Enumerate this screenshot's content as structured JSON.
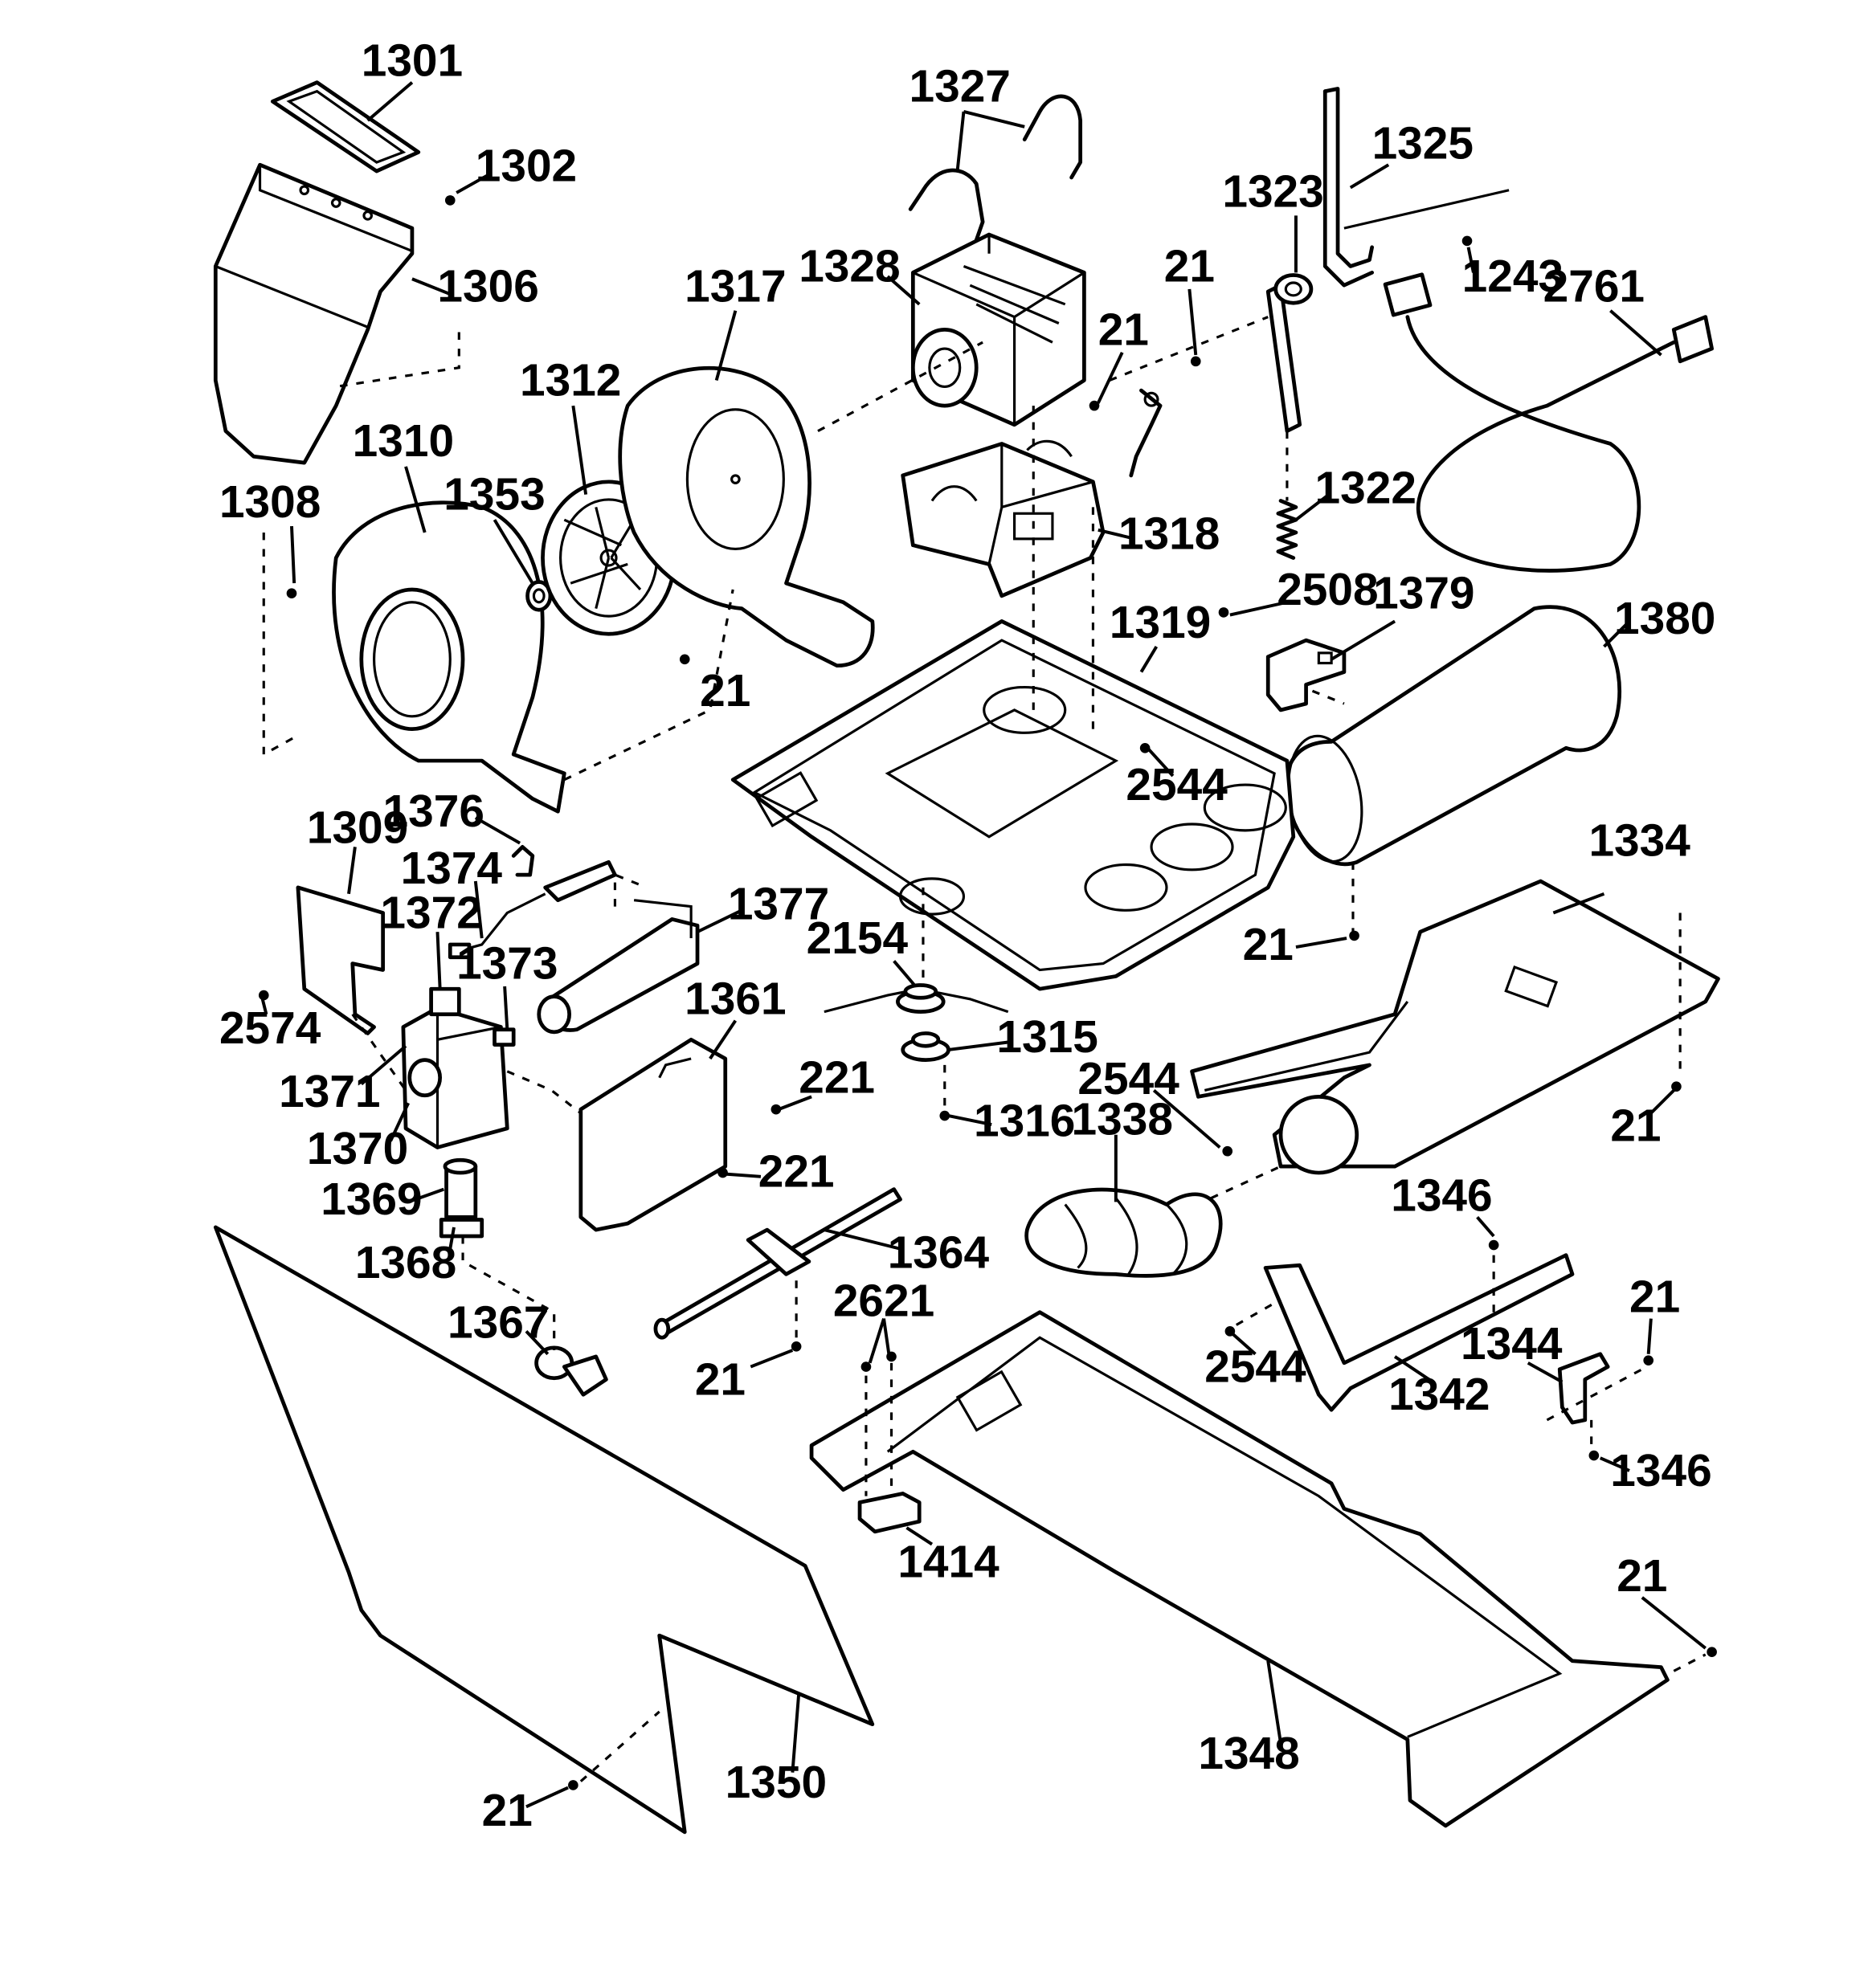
{
  "labels": {
    "l1301": "1301",
    "l1302": "1302",
    "l1306": "1306",
    "l1308": "1308",
    "l1310": "1310",
    "l1312": "1312",
    "l1317": "1317",
    "l1327": "1327",
    "l1328": "1328",
    "l1353": "1353",
    "l21_blower": "21",
    "l21_a": "21",
    "l21_b": "21",
    "l1318": "1318",
    "l1323": "1323",
    "l1325": "1325",
    "l1243": "1243",
    "l2761": "2761",
    "l1322": "1322",
    "l2508": "2508",
    "l1379": "1379",
    "l1380": "1380",
    "l1319": "1319",
    "l2544_base": "2544",
    "l1309": "1309",
    "l1376": "1376",
    "l1374": "1374",
    "l1372": "1372",
    "l1373": "1373",
    "l1377": "1377",
    "l2574": "2574",
    "l1371": "1371",
    "l1370": "1370",
    "l1361": "1361",
    "l221_a": "221",
    "l221_b": "221",
    "l2154": "2154",
    "l1315": "1315",
    "l1316": "1316",
    "l21_drum": "21",
    "l1334": "1334",
    "l2544_duct": "2544",
    "l1338": "1338",
    "l21_right": "21",
    "l1369": "1369",
    "l1368": "1368",
    "l1364": "1364",
    "l1367": "1367",
    "l21_pipe": "21",
    "l2621": "2621",
    "l1346_top": "1346",
    "l2544_rail": "2544",
    "l1342": "1342",
    "l1344": "1344",
    "l21_bracket": "21",
    "l1346_bot": "1346",
    "l1414": "1414",
    "l21_base": "21",
    "l1348": "1348",
    "l1350": "1350",
    "l21_panel": "21"
  }
}
